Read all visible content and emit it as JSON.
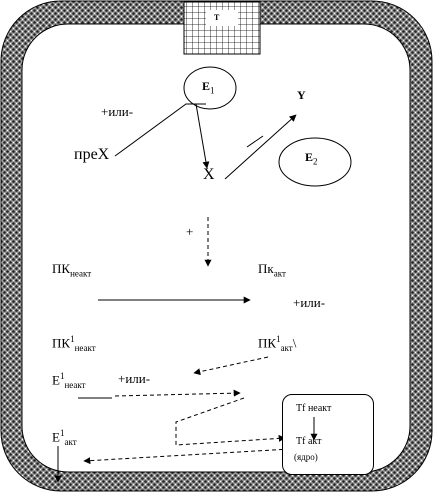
{
  "transporter": {
    "label": "T"
  },
  "enzyme1": {
    "letter": "E",
    "sub": "1"
  },
  "enzyme2": {
    "letter": "E",
    "sub": "2"
  },
  "labels": {
    "plus_minus_top": "+или-",
    "preX": "преX",
    "x": "X",
    "y": "Y",
    "plus": "+",
    "pk_inactive_base": "ПК",
    "pk_inactive_sub": "неакт",
    "pk_active_base": "Пк",
    "pk_active_sub": "акт",
    "plus_minus_mid": "+или-",
    "pk1_inactive_base": "ПК",
    "pk1_inactive_sup": "1",
    "pk1_inactive_sub": "неакт",
    "pk1_active_base": "ПК",
    "pk1_active_sup": "1",
    "pk1_active_sub": "акт",
    "e1_inactive_base": "E",
    "e1_inactive_sup": "1",
    "e1_inactive_sub": "неакт",
    "plus_minus_low": "+или-",
    "e1_active_base": "E",
    "e1_active_sup": "1",
    "e1_active_sub": "акт"
  },
  "nucleus": {
    "tf_inactive": "Tf неакт",
    "tf_active": "Tf акт",
    "core_label": "(ядро)"
  }
}
